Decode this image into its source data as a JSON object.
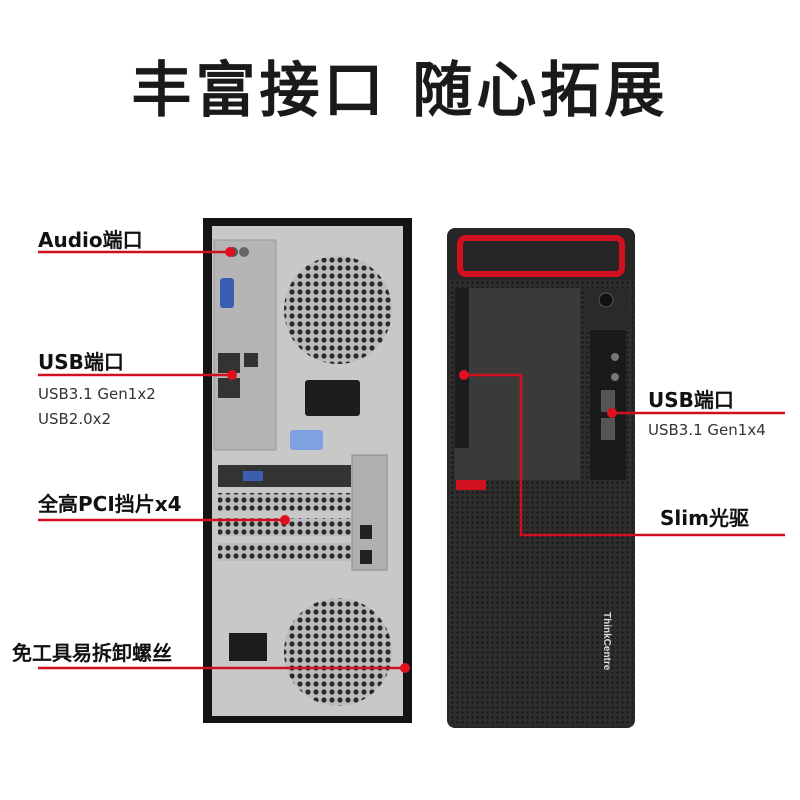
{
  "title": "丰富接口 随心拓展",
  "rear_callouts": {
    "audio": {
      "label": "Audio端口"
    },
    "usb": {
      "label": "USB端口",
      "details": [
        "USB3.1 Gen1x2",
        "USB2.0x2"
      ]
    },
    "pci": {
      "label": "全高PCI挡片x4"
    },
    "screws": {
      "label": "免工具易拆卸螺丝"
    }
  },
  "front_callouts": {
    "usb": {
      "label": "USB端口",
      "details": [
        "USB3.1 Gen1x4"
      ]
    },
    "optical": {
      "label": "Slim光驱"
    }
  },
  "brand_logo_text": "ThinkCentre",
  "colors": {
    "accent": "#d0101e",
    "tower": "#2b2b2b",
    "panel": "#c9c9c9"
  }
}
